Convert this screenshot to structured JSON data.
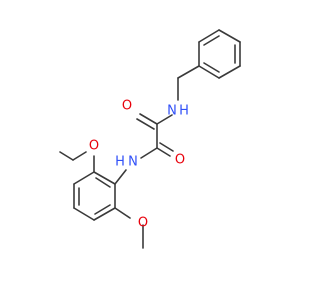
{
  "molecule": {
    "atoms": {
      "o_upper": {
        "symbol": "O",
        "color": "#e8000b"
      },
      "nh_upper": {
        "symbol": "H",
        "color": "#3050f8"
      },
      "n_upper": {
        "symbol": "N",
        "color": "#3050f8"
      },
      "o_lower": {
        "symbol": "O",
        "color": "#e8000b"
      },
      "nh_lower": {
        "symbol": "H",
        "color": "#3050f8"
      },
      "n_lower": {
        "symbol": "N",
        "color": "#3050f8"
      },
      "o_methoxy_top": {
        "symbol": "O",
        "color": "#e8000b"
      },
      "o_methoxy_bottom": {
        "symbol": "O",
        "color": "#e8000b"
      }
    },
    "bond_color": "#3a3a3a"
  }
}
